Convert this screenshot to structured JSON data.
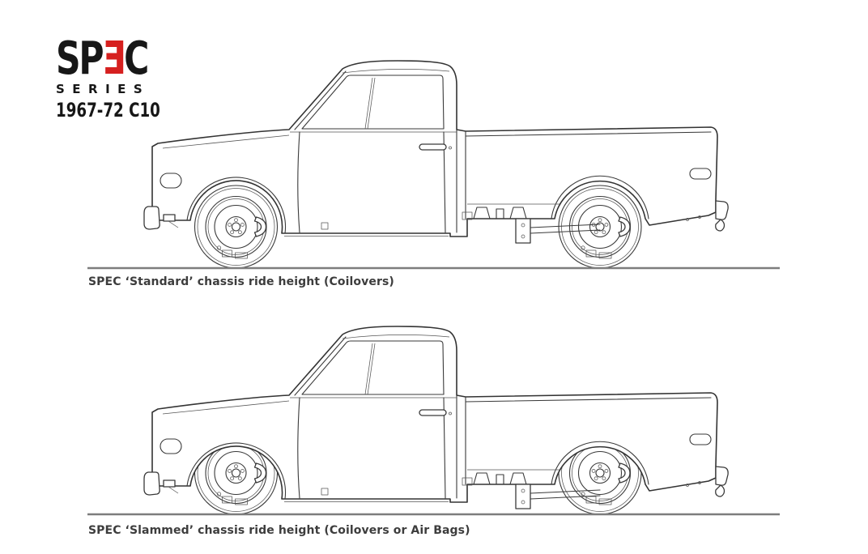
{
  "page": {
    "background_color": "#ffffff"
  },
  "logo": {
    "brand_prefix": "SP",
    "brand_reversed_e": "Ǝ",
    "brand_suffix": "C",
    "series_label": "SERIES",
    "model_label": "1967-72 C10",
    "accent_color": "#d6201f",
    "text_color": "#171717"
  },
  "diagrams": [
    {
      "name": "standard-ride-height",
      "caption": "SPEC ‘Standard’ chassis ride height (Coilovers)"
    },
    {
      "name": "slammed-ride-height",
      "caption": "SPEC ‘Slammed’ chassis ride height (Coilovers or Air Bags)"
    }
  ],
  "illustration": {
    "subject": "1967-72 C10 pickup truck, side-view line drawing",
    "line_color": "#333333",
    "ground_line_color": "#7d7d7d",
    "caption_color": "#3d3d3d"
  }
}
